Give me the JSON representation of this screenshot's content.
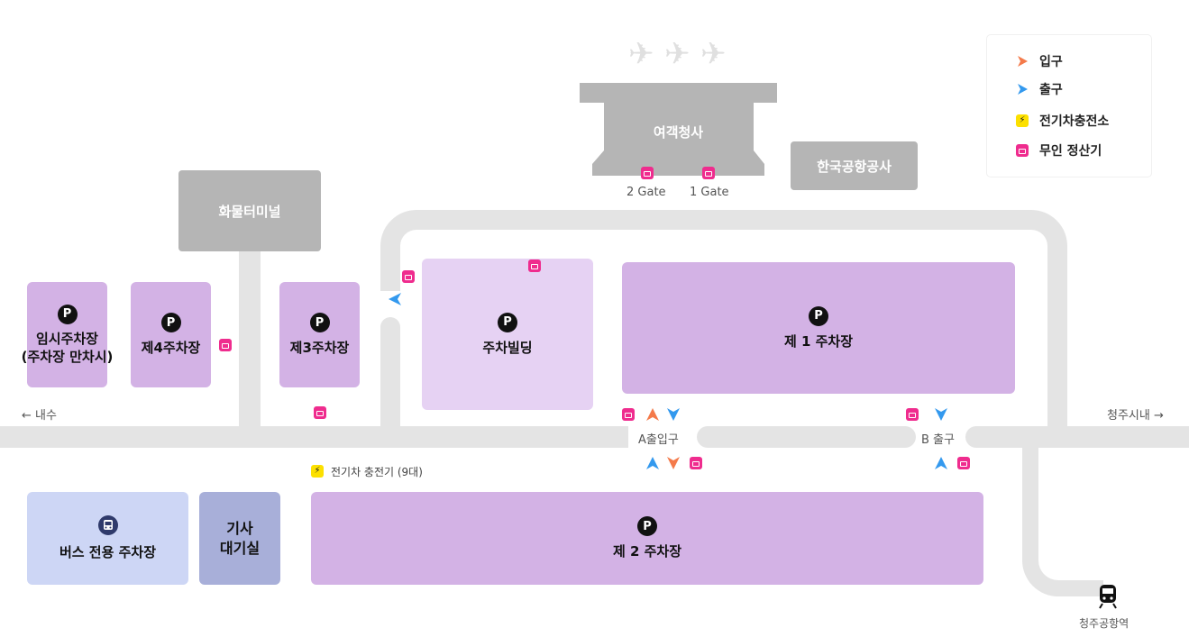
{
  "legend": {
    "entrance": "입구",
    "exit": "출구",
    "ev_charger": "전기차충전소",
    "kiosk": "무인 정산기"
  },
  "buildings": {
    "terminal": "여객청사",
    "kac": "한국공항공사",
    "cargo": "화물터미널",
    "gate2": "2 Gate",
    "gate1": "1 Gate"
  },
  "lots": {
    "temp_line1": "임시주차장",
    "temp_line2": "(주차장 만차시)",
    "lot4": "제4주차장",
    "lot3": "제3주차장",
    "building": "주차빌딩",
    "lot1": "제 1 주차장",
    "lot2": "제 2 주차장",
    "bus": "버스 전용 주차장",
    "driver_line1": "기사",
    "driver_line2": "대기실",
    "p_symbol": "P"
  },
  "road_labels": {
    "naesu": "← 내수",
    "cheongju": "청주시내 →",
    "a_gate": "A출입구",
    "b_exit": "B 출구",
    "ev_note": "전기차 충전기 (9대)",
    "station": "청주공항역"
  },
  "colors": {
    "entrance": "#f47a4a",
    "exit": "#3399ee",
    "kiosk": "#ef2c8e",
    "ev": "#fce000",
    "lot": "#d3b2e5",
    "lot_light": "#e6d2f3",
    "bus_lot": "#cdd6f5",
    "driver_room": "#a8afd9",
    "building": "#b5b5b5",
    "road": "#e4e4e4"
  },
  "icons": {
    "plane": "airplane-icon",
    "bus": "bus-icon",
    "train": "train-icon",
    "ev": "lightning-icon",
    "kiosk": "kiosk-icon"
  }
}
